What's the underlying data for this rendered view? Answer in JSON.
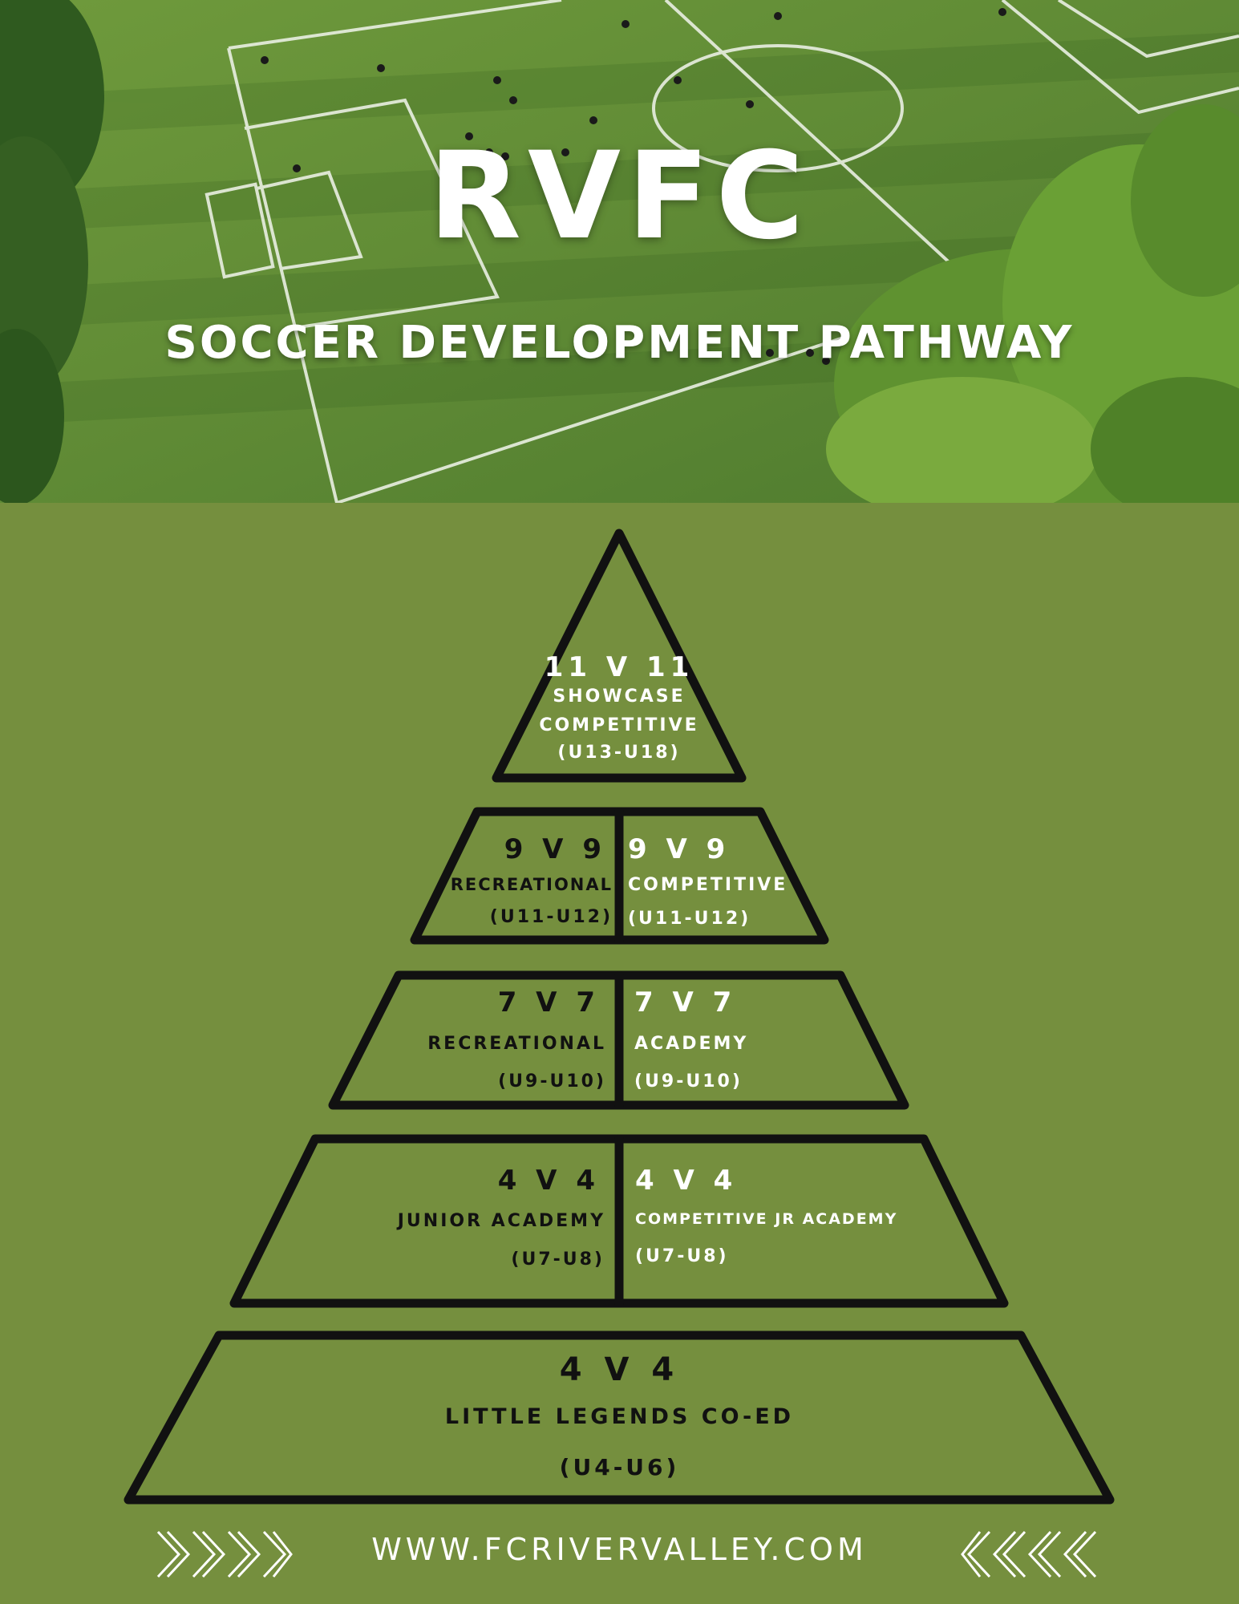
{
  "hero": {
    "title": "RVFC",
    "subtitle": "SOCCER DEVELOPMENT PATHWAY"
  },
  "pyramid": {
    "tier1": {
      "ratio": "11 V 11",
      "line1": "SHOWCASE",
      "line2": "COMPETITIVE",
      "age": "(U13-U18)"
    },
    "tier2": {
      "left": {
        "ratio": "9 V 9",
        "label": "RECREATIONAL",
        "age": "(U11-U12)"
      },
      "right": {
        "ratio": "9 V 9",
        "label": "COMPETITIVE",
        "age": "(U11-U12)"
      }
    },
    "tier3": {
      "left": {
        "ratio": "7 V 7",
        "label": "RECREATIONAL",
        "age": "(U9-U10)"
      },
      "right": {
        "ratio": "7 V 7",
        "label": "ACADEMY",
        "age": "(U9-U10)"
      }
    },
    "tier4": {
      "left": {
        "ratio": "4 V 4",
        "label": "JUNIOR ACADEMY",
        "age": "(U7-U8)"
      },
      "right": {
        "ratio": "4 V 4",
        "label": "COMPETITIVE JR ACADEMY",
        "age": "(U7-U8)"
      }
    },
    "tier5": {
      "ratio": "4 V 4",
      "label": "LITTLE LEGENDS CO-ED",
      "age": "(U4-U6)"
    }
  },
  "footer": {
    "url": "WWW.FCRIVERVALLEY.COM"
  },
  "colors": {
    "background": "#758f3e",
    "outline": "#111111",
    "text_light": "#ffffff",
    "text_dark": "#111111"
  },
  "icons": [
    "chevrons-right-icon",
    "chevrons-left-icon"
  ]
}
